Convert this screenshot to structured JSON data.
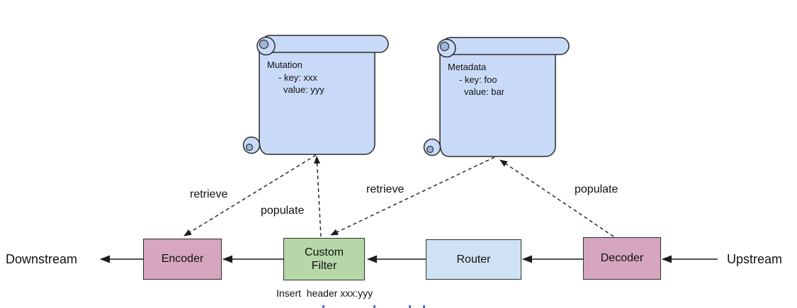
{
  "colors": {
    "node-pink": "#d5a6bd",
    "node-green": "#b6d7a8",
    "node-blue": "#cfe2f3",
    "scroll-fill": "#c9daf8",
    "scroll-shade": "#9fb6d8",
    "line": "#1c1c1c",
    "text": "#111111"
  },
  "scrolls": [
    {
      "title": "Mutation",
      "lines": [
        "- key: xxx",
        "value: yyy"
      ]
    },
    {
      "title": "Metadata",
      "lines": [
        "- key: foo",
        "value: bar"
      ]
    }
  ],
  "nodes": [
    {
      "label": "Encoder"
    },
    {
      "label": "Custom Filter"
    },
    {
      "label": "Router"
    },
    {
      "label": "Decoder"
    }
  ],
  "endpoints": {
    "left": "Downstream",
    "right": "Upstream"
  },
  "edge_labels": [
    {
      "label": "retrieve"
    },
    {
      "label": "populate"
    },
    {
      "label": "retrieve"
    },
    {
      "label": "populate"
    }
  ],
  "note": "Insert  header xxx:yyy"
}
